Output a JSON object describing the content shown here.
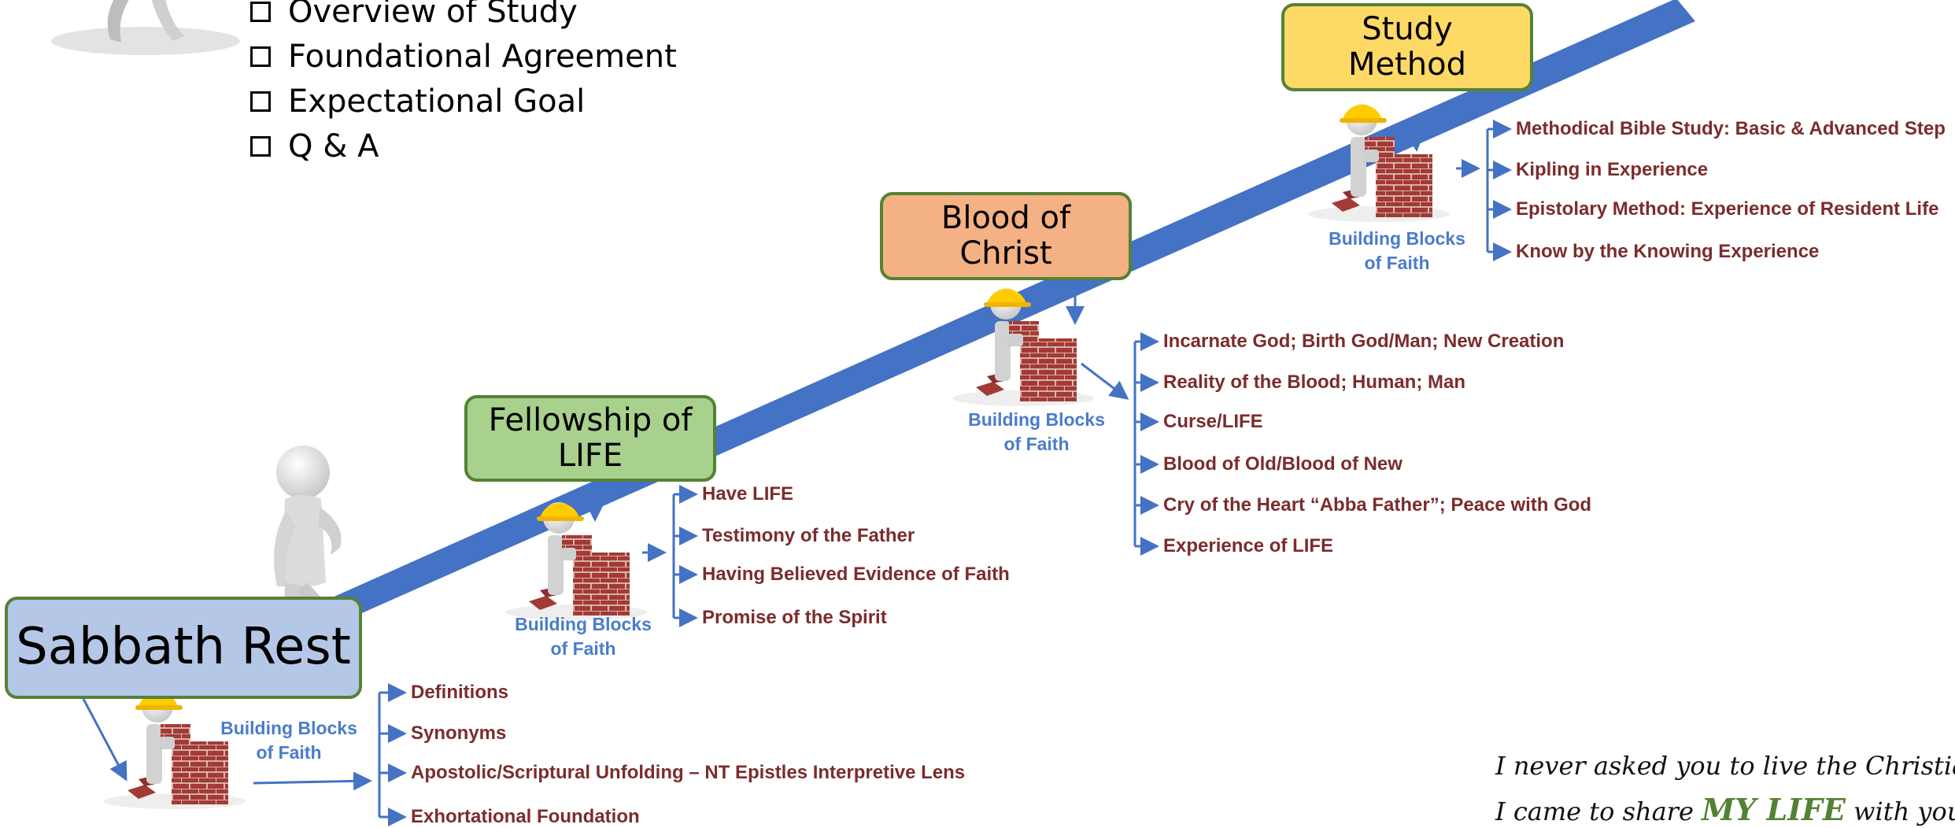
{
  "checklist": [
    "Overview of Study",
    "Foundational Agreement",
    "Expectational Goal",
    "Q & A"
  ],
  "steps": [
    {
      "title": "Sabbath Rest",
      "color": "#b4c7e7",
      "items": [
        "Definitions",
        "Synonyms",
        "Apostolic/Scriptural Unfolding – NT Epistles Interpretive Lens",
        "Exhortational Foundation"
      ]
    },
    {
      "title": "Fellowship of LIFE",
      "color": "#a9d18e",
      "items": [
        "Have LIFE",
        "Testimony of the Father",
        "Having Believed Evidence of Faith",
        "Promise of the Spirit"
      ]
    },
    {
      "title": "Blood of Christ",
      "color": "#f4b183",
      "items": [
        "Incarnate God; Birth God/Man; New Creation",
        "Reality of the Blood; Human; Man",
        "Curse/LIFE",
        "Blood of Old/Blood of New",
        "Cry of the Heart “Abba Father”; Peace with God",
        "Experience of LIFE"
      ]
    },
    {
      "title": "Study Method",
      "color": "#ffd966",
      "items": [
        "Methodical Bible Study: Basic & Advanced Step",
        "Kipling in Experience",
        "Epistolary Method: Experience of Resident Life",
        "Know by the Knowing Experience"
      ]
    }
  ],
  "building_blocks_label": [
    "Building Blocks",
    "of Faith"
  ],
  "quote": {
    "line1": "I never asked you to live the Christian life",
    "line2_prefix": "I came to share",
    "line2_emphasis": "MY LIFE",
    "line2_suffix": "with you."
  },
  "colors": {
    "ramp": "#4472c4",
    "arrow": "#4472c4",
    "item_text": "#7b2c2c",
    "box_border": "#548235",
    "bb_text": "#4a7cc9"
  },
  "icons": [
    "stick-figure-icon",
    "worker-brick-wall-icon",
    "checkbox-icon"
  ]
}
